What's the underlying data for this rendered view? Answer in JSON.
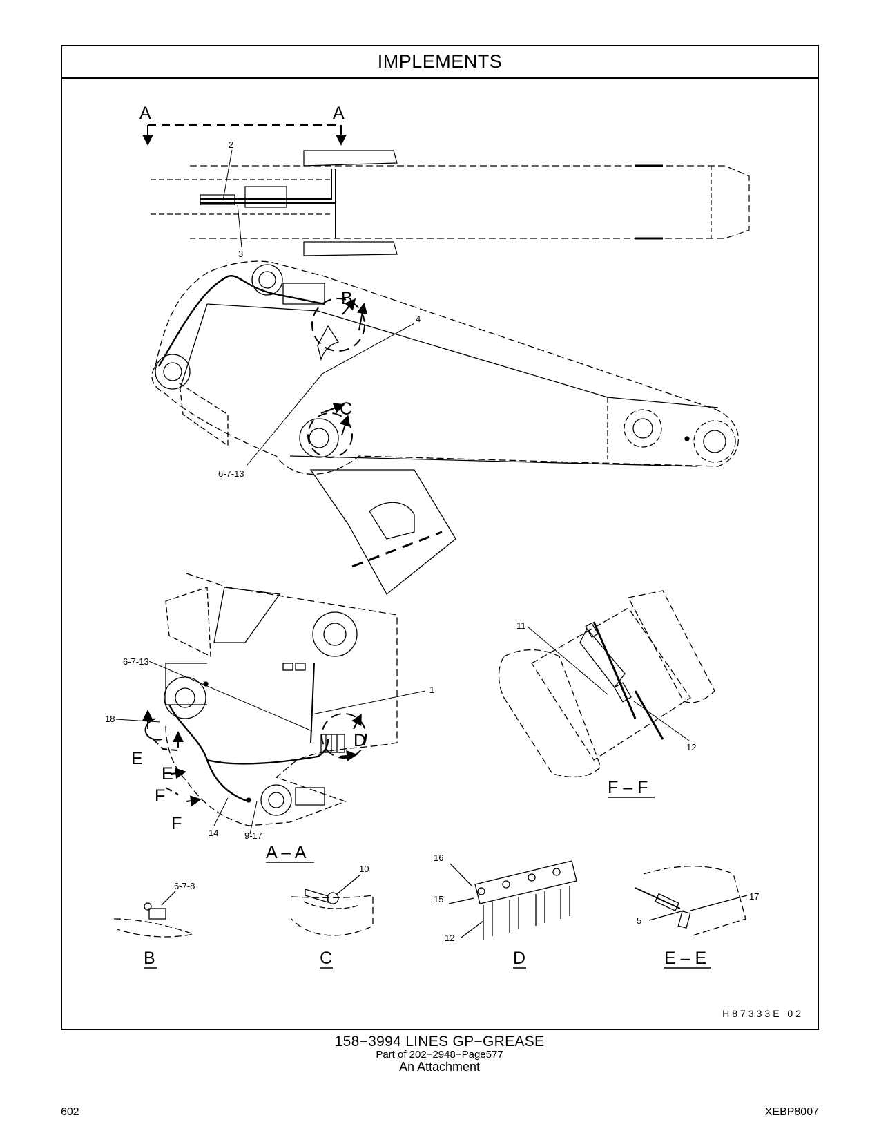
{
  "header": {
    "title": "IMPLEMENTS"
  },
  "diagram": {
    "section_markers": {
      "a_left": "A",
      "a_right": "A"
    },
    "callouts": {
      "c1": "1",
      "c2": "2",
      "c3": "3",
      "c4": "4",
      "c6_7_13_top": "6-7-13",
      "c6_7_13_lower": "6-7-13",
      "c18": "18",
      "c14": "14",
      "c9_17": "9-17",
      "c11": "11",
      "c12_ff": "12",
      "c6_7_8": "6-7-8",
      "c10": "10",
      "c16": "16",
      "c15": "15",
      "c12_d": "12",
      "c17": "17",
      "c5": "5"
    },
    "detail_markers": {
      "b": "B",
      "c": "C",
      "d": "D",
      "e1": "E",
      "e2": "E",
      "f1": "F",
      "f2": "F"
    },
    "view_labels": {
      "aa": "A – A",
      "ff": "F – F",
      "b": "B",
      "c": "C",
      "d": "D",
      "ee": "E – E"
    },
    "figure_code": "H87333E  02"
  },
  "caption": {
    "title": "158−3994  LINES  GP−GREASE",
    "subtitle": "Part of 202−2948−Page577",
    "attachment": "An Attachment"
  },
  "footer": {
    "page_number": "602",
    "doc_number": "XEBP8007"
  }
}
